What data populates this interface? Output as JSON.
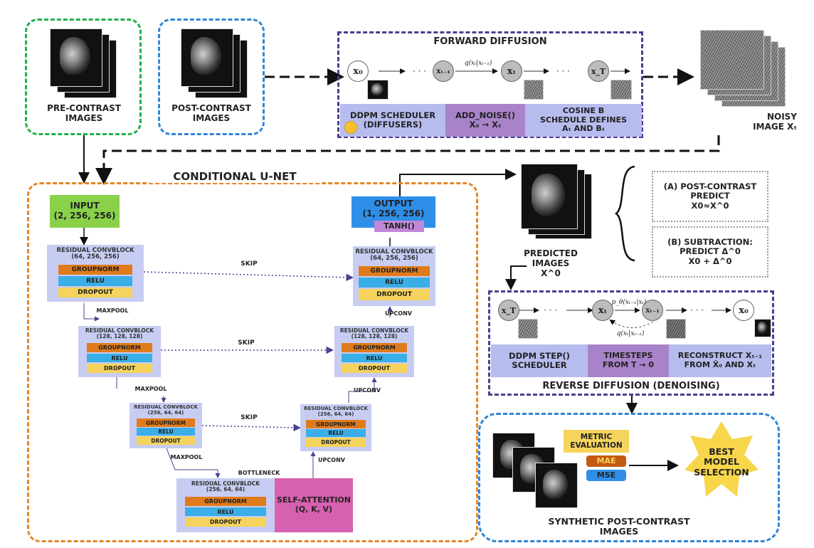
{
  "inputs": {
    "pre_contrast": "PRE-CONTRAST\nIMAGES",
    "post_contrast": "POST-CONTRAST\nIMAGES"
  },
  "forward": {
    "title": "FORWARD DIFFUSION",
    "nodes": [
      "x₀",
      "xₜ₋₁",
      "xₜ",
      "x_T"
    ],
    "transition": "q(xₜ|xₜ₋₁)",
    "cells": [
      "DDPM SCHEDULER\n(DIFFUSERS)",
      "ADD_NOISE()\nX₀ → Xₜ",
      "COSINE Β\nSCHEDULE DEFINES\nΑₜ AND Βₜ"
    ]
  },
  "noisy": "NOISY\nIMAGE Xₜ",
  "unet": {
    "title": "CONDITIONAL U-NET",
    "input": "INPUT\n(2, 256, 256)",
    "output": "OUTPUT\n(1, 256, 256)",
    "tanh": "TANH()",
    "enc1": "RESIDUAL CONVBLOCK\n(64, 256, 256)",
    "enc2": "RESIDUAL CONVBLOCK\n(128, 128, 128)",
    "enc3": "RESIDUAL CONVBLOCK\n(256, 64, 64)",
    "dec1": "RESIDUAL CONVBLOCK\n(64, 256, 256)",
    "dec2": "RESIDUAL CONVBLOCK\n(128, 128, 128)",
    "dec3": "RESIDUAL CONVBLOCK\n(256, 64, 64)",
    "bott": "RESIDUAL CONVBLOCK\n(256, 64, 64)",
    "groupnorm": "GROUPNORM",
    "relu": "RELU",
    "dropout": "DROPOUT",
    "skip": "SKIP",
    "maxpool": "MAXPOOL",
    "upconv": "UPCONV",
    "bottleneck": "BOTTLENECK",
    "attention": "SELF-ATTENTION\n(Q, K, V)"
  },
  "predicted": "PREDICTED\nIMAGES\nX^0",
  "options": {
    "a": "(A) POST-CONTRAST\nPREDICT\nX0≈X^0",
    "b": "(B) SUBTRACTION:\nPREDICT Δ^0\nX0 + Δ^0"
  },
  "reverse": {
    "title": "REVERSE DIFFUSION (DENOISING)",
    "nodes": [
      "x_T",
      "xₜ",
      "xₜ₋₁",
      "x₀"
    ],
    "p_label": "p_θ(xₜ₋₁|xₜ)",
    "q_label": "q(xₜ|xₜ₋₁)",
    "cells": [
      "DDPM STEP()\nSCHEDULER",
      "TIMESTEPS\nFROM T → 0",
      "RECONSTRUCT Xₜ₋₁\nFROM X̂₀ AND Xₜ"
    ]
  },
  "eval": {
    "metric_title": "METRIC\nEVALUATION",
    "mae": "MAE",
    "mse": "MSE",
    "best": "BEST\nMODEL\nSELECTION",
    "synthetic": "SYNTHETIC POST-CONTRAST\nIMAGES"
  },
  "colors": {
    "green": "#22b04b",
    "blue": "#2f86d6",
    "purple": "#4b3f8f",
    "orange": "#e5862a",
    "lavender": "#b7bcee",
    "violet": "#a983c9",
    "lime": "#8ad14a",
    "output_blue": "#2f8fe8",
    "tanh": "#c187d8",
    "gn": "#e07b1c",
    "relu": "#3aaee6",
    "drop": "#f5d35c",
    "block": "#c7cdf2",
    "attention": "#d860b0",
    "star": "#f7d64b"
  }
}
